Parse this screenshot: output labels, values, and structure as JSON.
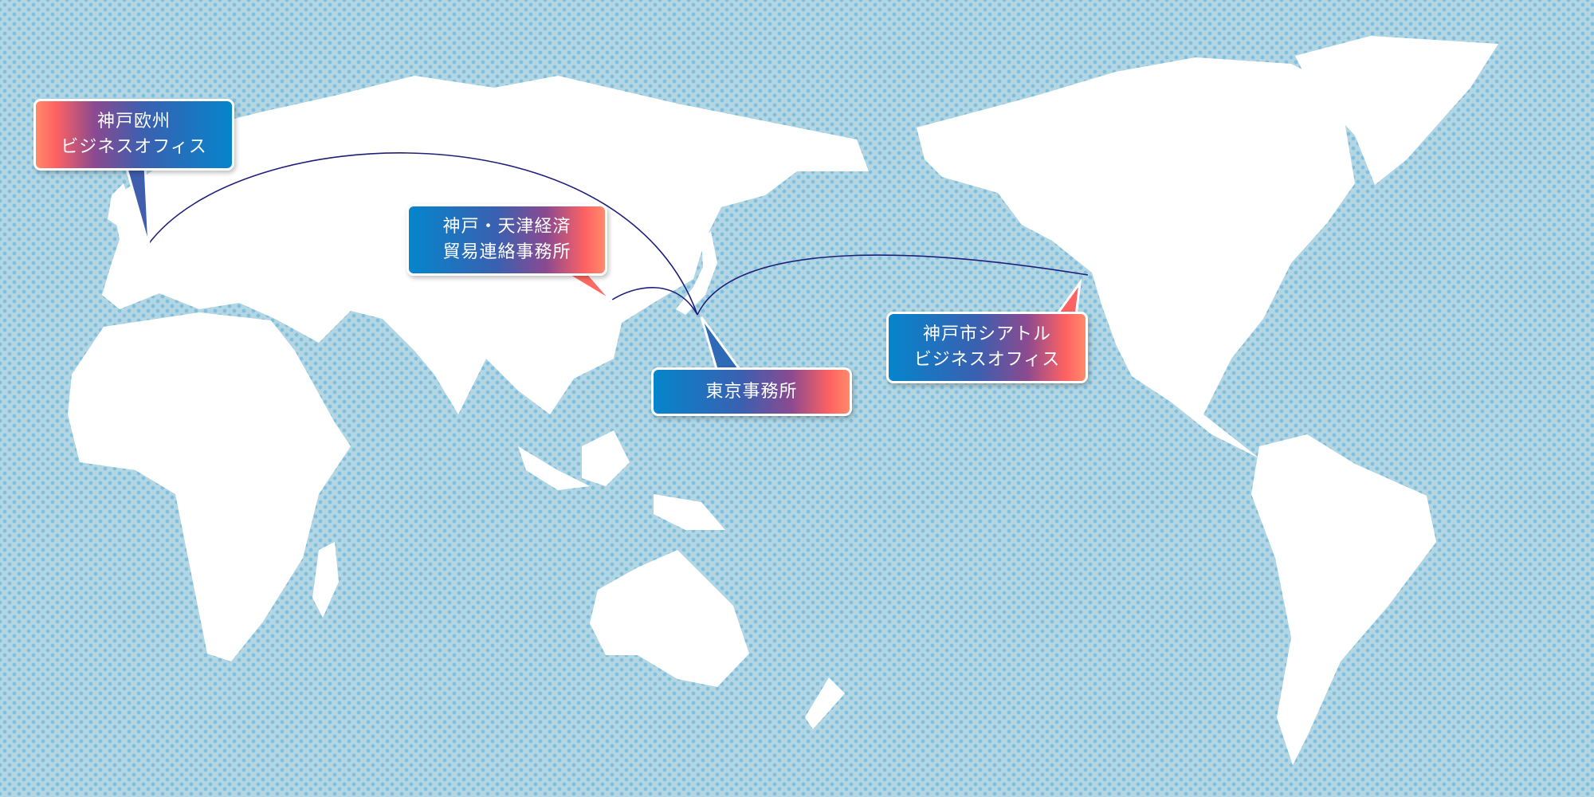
{
  "offices": [
    {
      "id": "europe",
      "lines": [
        "神戸欧州",
        "ビジネスオフィス"
      ]
    },
    {
      "id": "tianjin",
      "lines": [
        "神戸・天津経済",
        "貿易連絡事務所"
      ]
    },
    {
      "id": "tokyo",
      "lines": [
        "東京事務所"
      ]
    },
    {
      "id": "seattle",
      "lines": [
        "神戸市シアトル",
        "ビジネスオフィス"
      ]
    }
  ],
  "colors": {
    "ocean": "#b3d6e2",
    "land": "#ffffff",
    "route": "#1f1f7a",
    "gradient_blue": "#0585cc",
    "gradient_coral": "#ff6262"
  }
}
